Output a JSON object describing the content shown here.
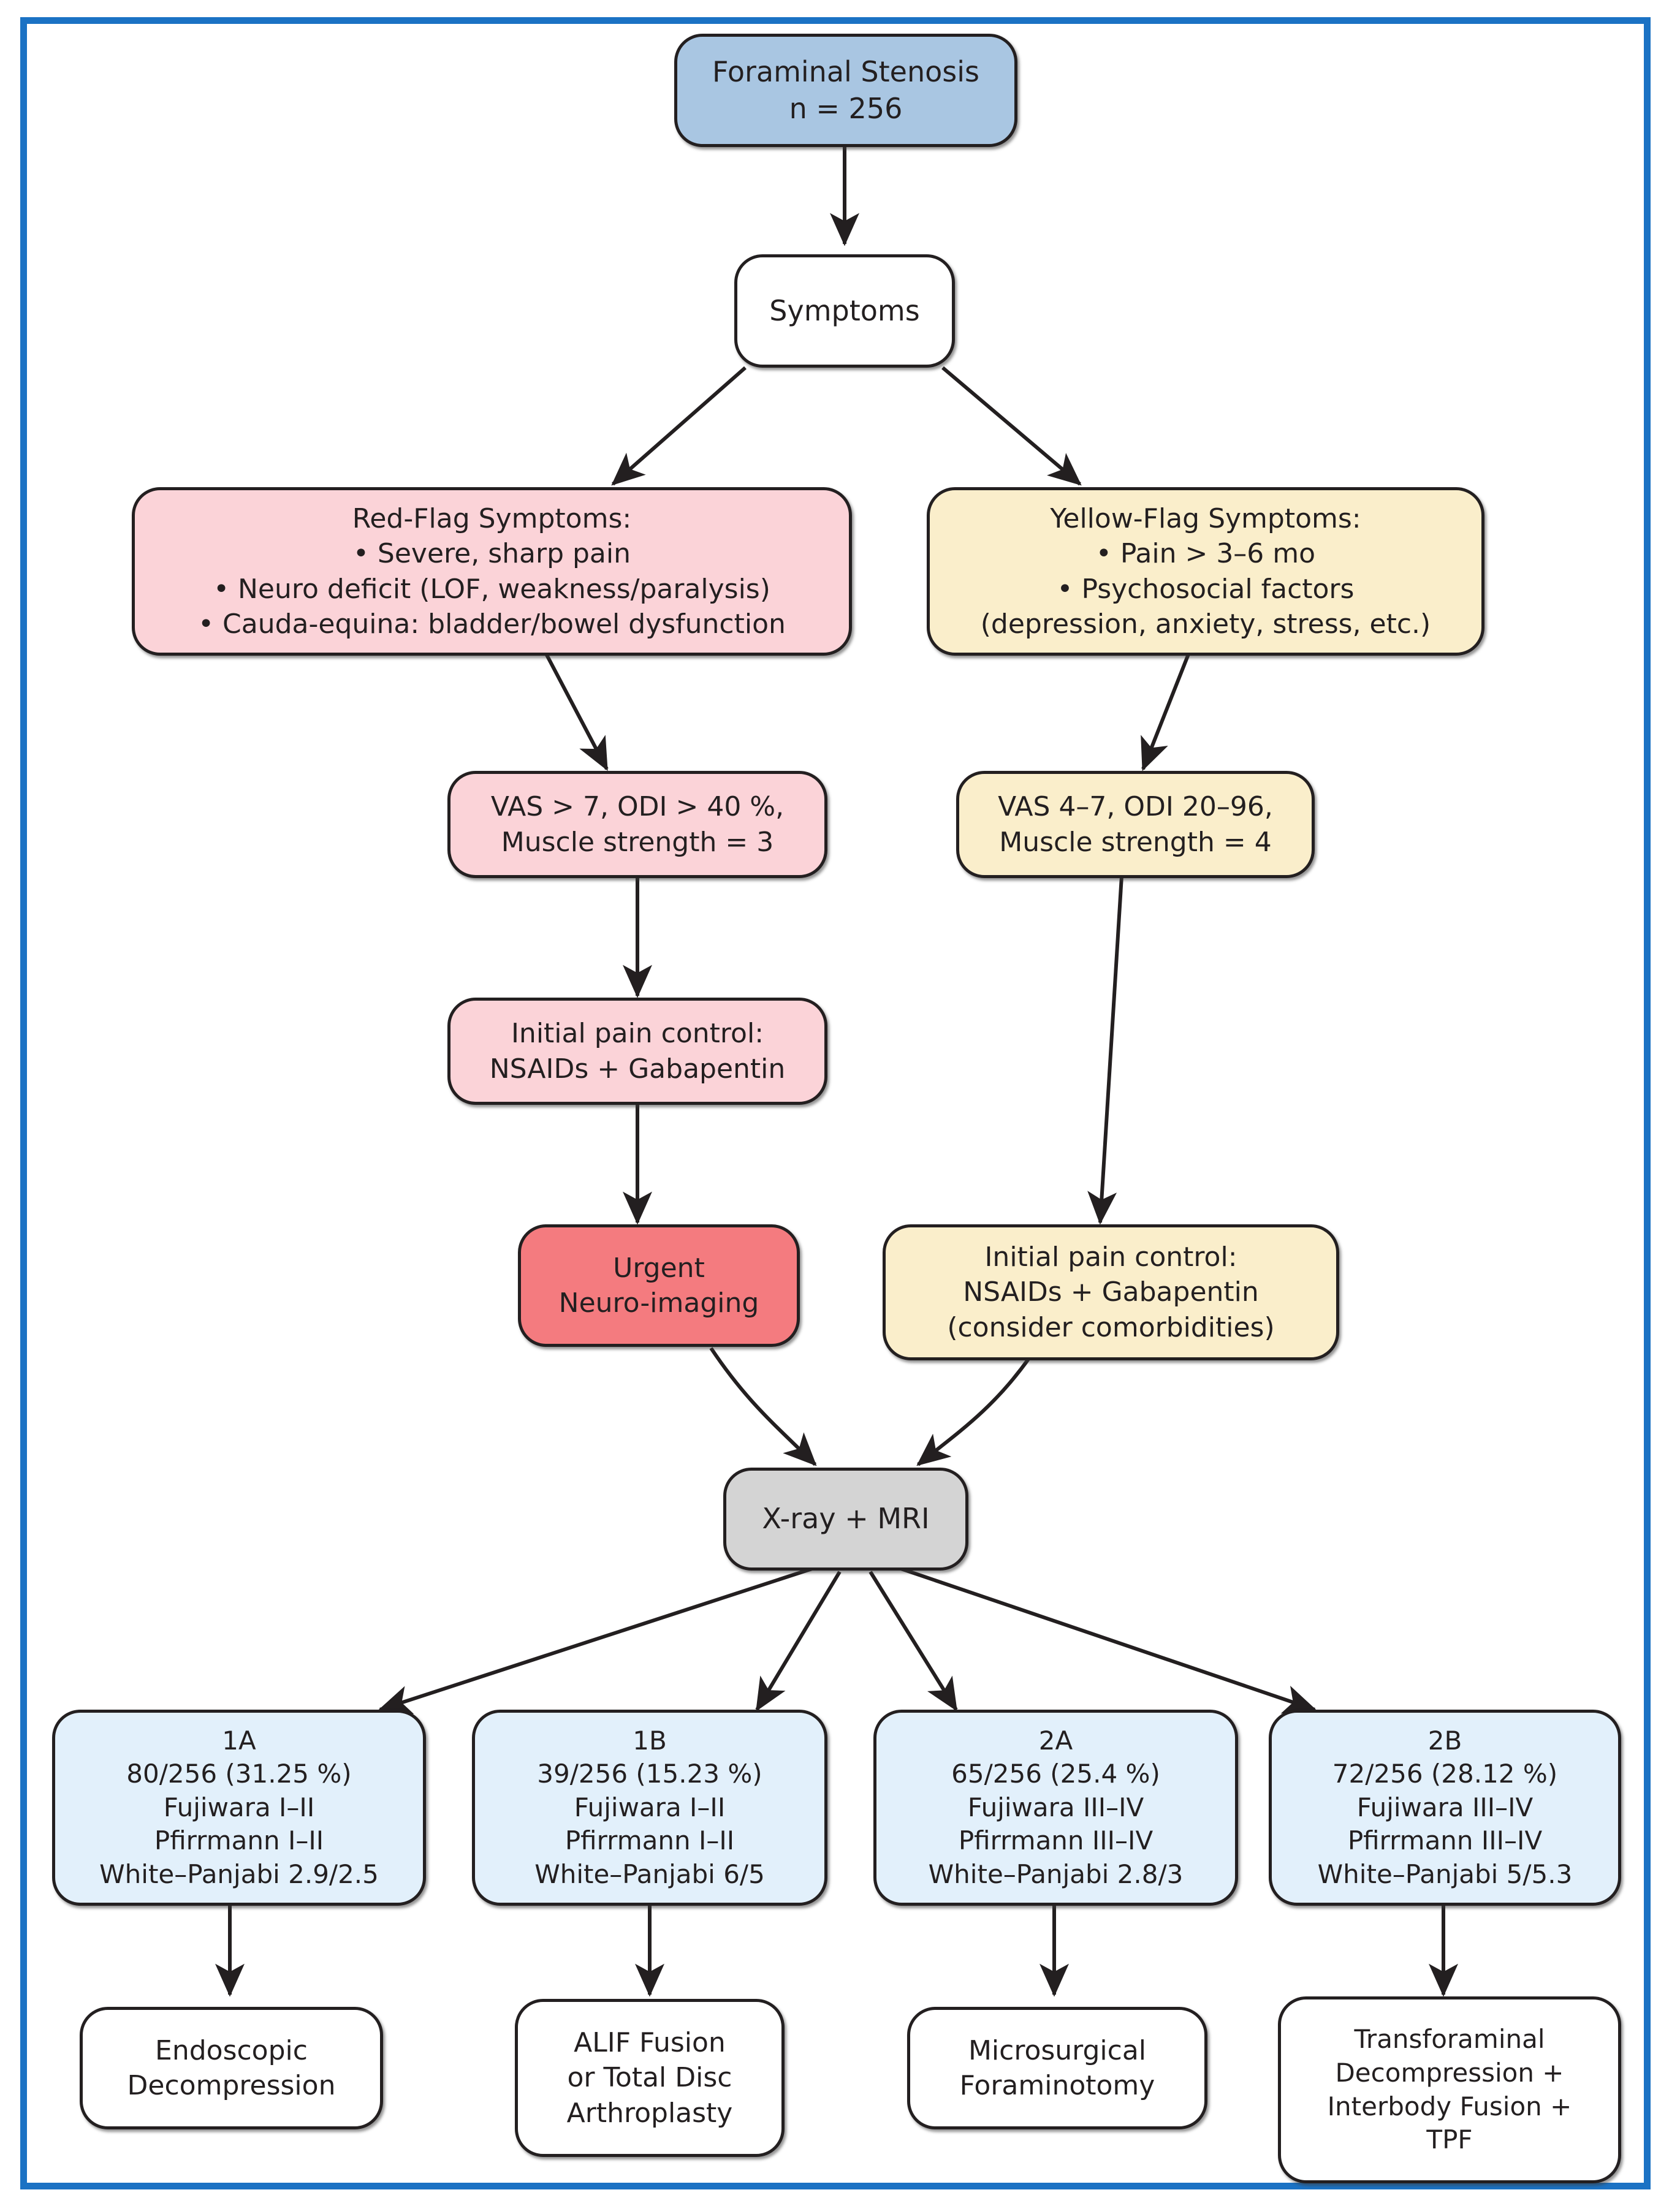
{
  "diagram": {
    "title": "Foraminal Stenosis management algorithm",
    "border_color": "#1b72c4",
    "outline_color": "#231f20",
    "colors": {
      "root": "#a9c6e2",
      "red_flag": "#fbd3d8",
      "yellow_flag": "#faeecb",
      "urgent": "#f47b7f",
      "imaging": "#d4d4d4",
      "group": "#e2f0fb",
      "treatment": "#ffffff"
    },
    "nodes": {
      "root": {
        "text": "Foraminal Stenosis\nn = 256"
      },
      "symptoms": {
        "text": "Symptoms"
      },
      "red_flag": {
        "text": "Red-Flag Symptoms:\n• Severe, sharp pain\n• Neuro deficit (LOF, weakness/paralysis)\n• Cauda-equina: bladder/bowel dysfunction"
      },
      "yellow_flag": {
        "text": "Yellow-Flag Symptoms:\n• Pain > 3–6 mo\n• Psychosocial factors\n(depression, anxiety, stress, etc.)"
      },
      "red_scores": {
        "text": "VAS > 7, ODI > 40 %,\nMuscle strength = 3"
      },
      "yellow_scores": {
        "text": "VAS 4–7, ODI 20–96,\nMuscle strength = 4"
      },
      "red_pain": {
        "text": "Initial pain control:\nNSAIDs + Gabapentin"
      },
      "urgent": {
        "text": "Urgent\nNeuro-imaging"
      },
      "yellow_pain": {
        "text": "Initial pain control:\nNSAIDs + Gabapentin\n(consider comorbidities)"
      },
      "imaging": {
        "text": "X-ray + MRI"
      },
      "group_1a": {
        "text": "1A\n80/256 (31.25 %)\nFujiwara I–II\nPfirrmann I–II\nWhite–Panjabi 2.9/2.5"
      },
      "group_1b": {
        "text": "1B\n39/256 (15.23 %)\nFujiwara I–II\nPfirrmann I–II\nWhite–Panjabi 6/5"
      },
      "group_2a": {
        "text": "2A\n65/256 (25.4 %)\nFujiwara III–IV\nPfirrmann III–IV\nWhite–Panjabi 2.8/3"
      },
      "group_2b": {
        "text": "2B\n72/256 (28.12 %)\nFujiwara III–IV\nPfirrmann III–IV\nWhite–Panjabi 5/5.3"
      },
      "treat_1a": {
        "text": "Endoscopic\nDecompression"
      },
      "treat_1b": {
        "text": "ALIF Fusion\nor Total Disc\nArthroplasty"
      },
      "treat_2a": {
        "text": "Microsurgical\nForaminotomy"
      },
      "treat_2b": {
        "text": "Transforaminal\nDecompression +\nInterbody Fusion +\nTPF"
      }
    }
  },
  "chart_data": {
    "type": "diagram",
    "title": "Foraminal Stenosis n = 256",
    "total_n": 256,
    "categories": [
      "1A",
      "1B",
      "2A",
      "2B"
    ],
    "values": [
      80,
      39,
      65,
      72
    ],
    "percent": [
      31.25,
      15.23,
      25.4,
      28.12
    ],
    "group_details": [
      {
        "group": "1A",
        "count": "80/256",
        "percent": "31.25 %",
        "fujiwara": "I–II",
        "pfirrmann": "I–II",
        "white_panjabi": "2.9/2.5",
        "treatment": "Endoscopic Decompression"
      },
      {
        "group": "1B",
        "count": "39/256",
        "percent": "15.23 %",
        "fujiwara": "I–II",
        "pfirrmann": "I–II",
        "white_panjabi": "6/5",
        "treatment": "ALIF Fusion or Total Disc Arthroplasty"
      },
      {
        "group": "2A",
        "count": "65/256",
        "percent": "25.4 %",
        "fujiwara": "III–IV",
        "pfirrmann": "III–IV",
        "white_panjabi": "2.8/3",
        "treatment": "Microsurgical Foraminotomy"
      },
      {
        "group": "2B",
        "count": "72/256",
        "percent": "28.12 %",
        "fujiwara": "III–IV",
        "pfirrmann": "III–IV",
        "white_panjabi": "5/5.3",
        "treatment": "Transforaminal Decompression + Interbody Fusion + TPF"
      }
    ],
    "xlabel": "",
    "ylabel": "",
    "legend": []
  }
}
